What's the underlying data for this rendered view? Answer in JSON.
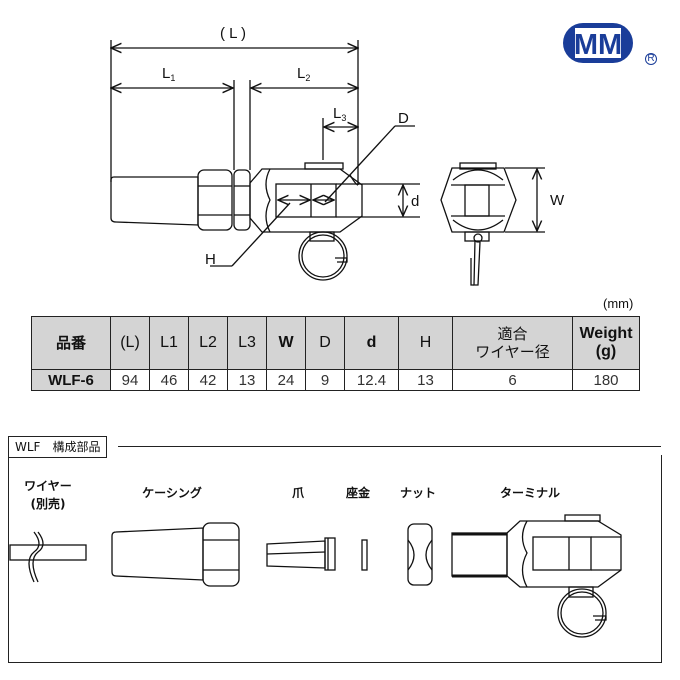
{
  "title": "WLF Wire Fork Terminal Specification",
  "brand": {
    "logo_text": "MM",
    "registered_mark": "R",
    "logo_color": "#1a3d99"
  },
  "dimension_labels": {
    "L": "( L )",
    "L1": "L",
    "L1_sub": "1",
    "L2": "L",
    "L2_sub": "2",
    "L3": "L",
    "L3_sub": "3",
    "D": "D",
    "d": "d",
    "H": "H",
    "W": "W"
  },
  "spec_table": {
    "unit": "(mm)",
    "headers": {
      "model": "品番",
      "L": "(L)",
      "L1": "L1",
      "L2": "L2",
      "L3": "L3",
      "W": "W",
      "D": "D",
      "d": "d",
      "H": "H",
      "wire_line1": "適合",
      "wire_line2": "ワイヤー径",
      "weight_line1": "Weight",
      "weight_line2": "(g)"
    },
    "rows": [
      {
        "model": "WLF-6",
        "L": "94",
        "L1": "46",
        "L2": "42",
        "L3": "13",
        "W": "24",
        "D": "9",
        "d": "12.4",
        "H": "13",
        "wire": "6",
        "weight": "180"
      }
    ],
    "header_bg": "#d4d4d4"
  },
  "parts": {
    "title": "WLF　構成部品",
    "items": [
      {
        "label": "ワイヤー",
        "label2": "(別売)"
      },
      {
        "label": "ケーシング"
      },
      {
        "label": "爪"
      },
      {
        "label": "座金"
      },
      {
        "label": "ナット"
      },
      {
        "label": "ターミナル"
      }
    ]
  }
}
